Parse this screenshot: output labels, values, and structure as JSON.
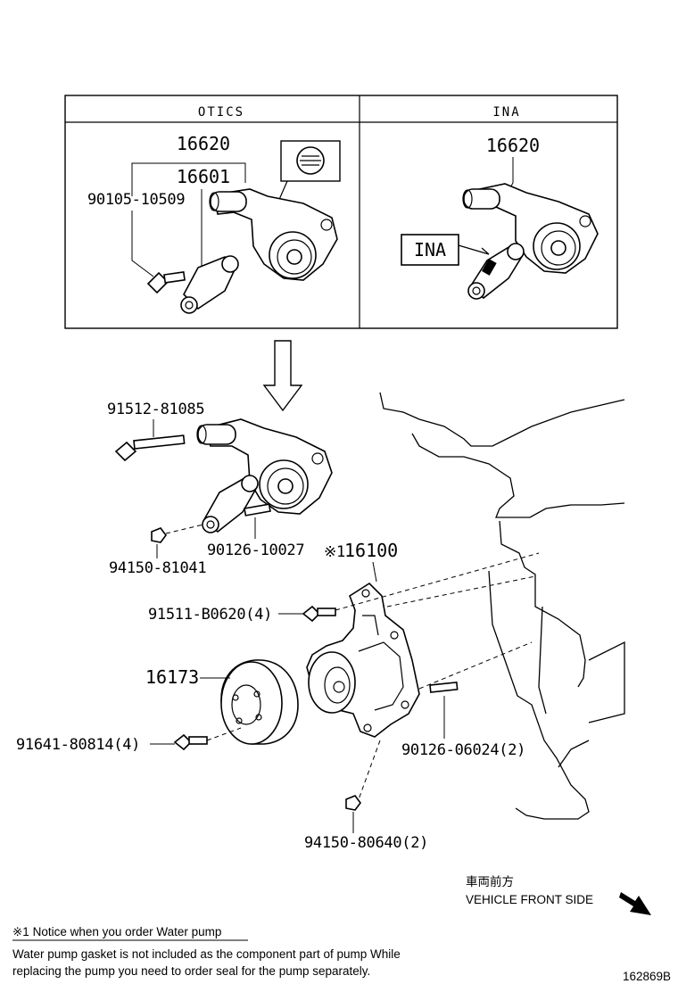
{
  "table": {
    "col_left_header": "OTICS",
    "col_right_header": "INA",
    "left": {
      "part_16620": "16620",
      "part_16601": "16601",
      "part_bolt": "90105-10509"
    },
    "right": {
      "part_16620": "16620",
      "ina_label": "INA"
    }
  },
  "callouts": {
    "bolt_long": "91512-81085",
    "stud": "90126-10027",
    "nut": "94150-81041",
    "pump_marker": "※1",
    "pump": "16100",
    "pump_bolts": "91511-B0620(4)",
    "pulley": "16173",
    "pulley_bolts": "91641-80814(4)",
    "pump_studs": "90126-06024(2)",
    "pump_nuts": "94150-80640(2)"
  },
  "direction": {
    "jp_label": "車両前方",
    "en_label": "VEHICLE FRONT SIDE"
  },
  "notice": {
    "title": "※1 Notice when you order Water pump",
    "line1": "Water pump gasket is not included as the component part of pump While",
    "line2": "replacing the pump you need to order seal for the pump separately."
  },
  "diagram_id": "162869B"
}
